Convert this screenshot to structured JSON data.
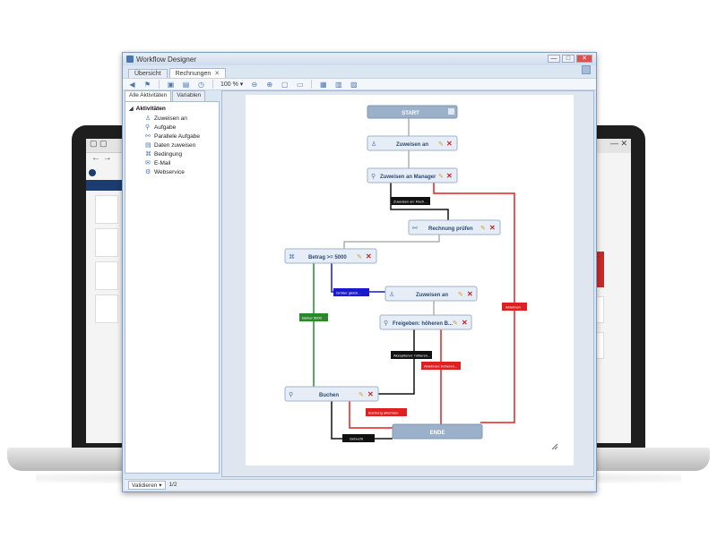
{
  "window": {
    "title": "Workflow Designer",
    "controls": {
      "minimize": "—",
      "maximize": "□",
      "close": "✕"
    }
  },
  "doc_tabs": [
    {
      "label": "Übersicht"
    },
    {
      "label": "Rechnungen",
      "close": "✕"
    }
  ],
  "toolbar": {
    "zoom": "100 % ▾"
  },
  "left_panel": {
    "tabs": [
      {
        "label": "Alle Aktivitäten"
      },
      {
        "label": "Variablen"
      }
    ],
    "root": "Aktivitäten",
    "items": [
      {
        "label": "Zuweisen an"
      },
      {
        "label": "Aufgabe"
      },
      {
        "label": "Parallele Aufgabe"
      },
      {
        "label": "Daten zuweisen"
      },
      {
        "label": "Bedingung"
      },
      {
        "label": "E-Mail"
      },
      {
        "label": "Webservice"
      }
    ]
  },
  "workflow": {
    "start": "START",
    "end": "ENDE",
    "nodes": {
      "n1": "Zuweisen an",
      "n2": "Zuweisen an Manager",
      "n3": "Rechnung prüfen",
      "n4": "Betrag >= 5000",
      "n5": "Zuweisen an",
      "n6": "Freigeben: höheren B...",
      "n7": "Buchen"
    },
    "connectors": {
      "c1": "Zuweisen an: Rech...",
      "c2": "Größer gleich...",
      "c3": "kleiner 5000",
      "c4": "Ablehnen",
      "c5": "Akzeptieren: höheren...",
      "c6": "Ablehnen: höheren...",
      "c7": "Buchung ablehnen",
      "c8": "Gebucht"
    }
  },
  "status": {
    "validate": "Validieren ▾",
    "page": "1/2"
  },
  "colors": {
    "node_fill": "#e6edf6",
    "node_border": "#9db3cf",
    "start_end_fill": "#9bb1c9",
    "green": "#2a8a2a",
    "blue": "#1a1acc",
    "red": "#e02020",
    "black": "#111111",
    "gray": "#888888"
  }
}
